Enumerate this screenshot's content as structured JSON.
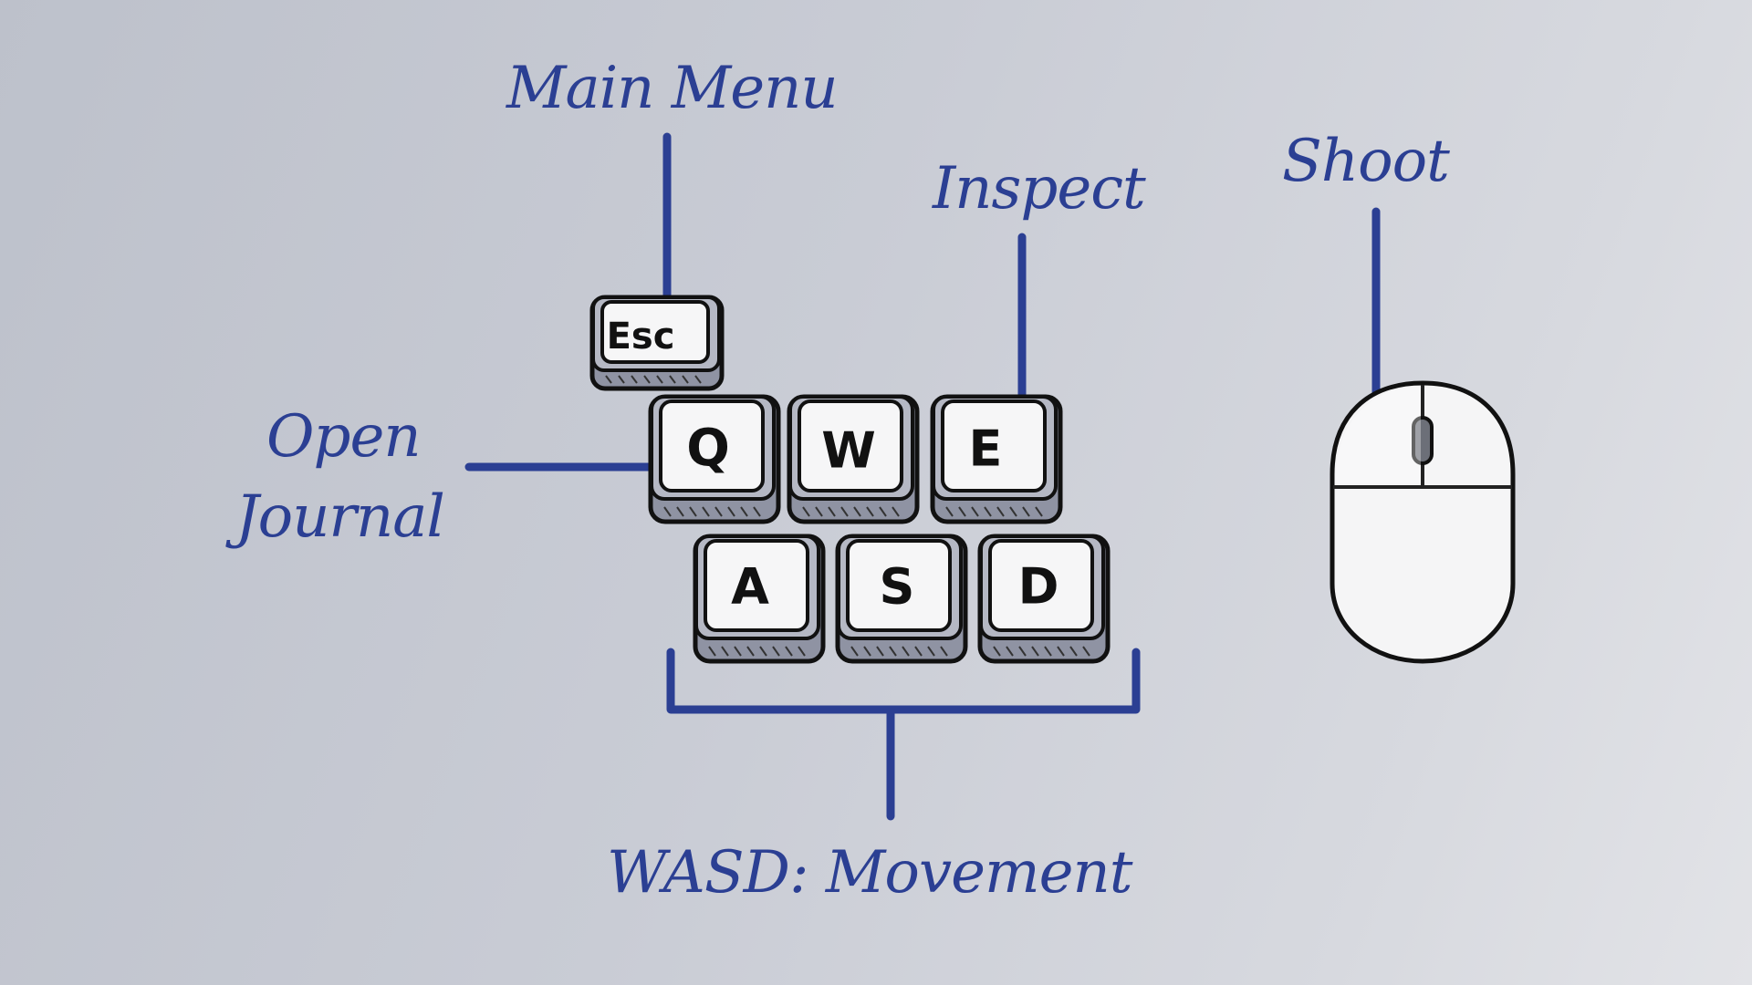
{
  "labels": {
    "main_menu": "Main Menu",
    "inspect": "Inspect",
    "shoot": "Shoot",
    "open": "Open",
    "journal": "Journal",
    "movement": "WASD: Movement"
  },
  "keys": {
    "esc": "Esc",
    "q": "Q",
    "w": "W",
    "e": "E",
    "a": "A",
    "s": "S",
    "d": "D"
  },
  "colors": {
    "annotation": "#2b3f93",
    "key_top": "#f6f6f7",
    "key_side": "#8f93a3",
    "outline": "#111111"
  }
}
